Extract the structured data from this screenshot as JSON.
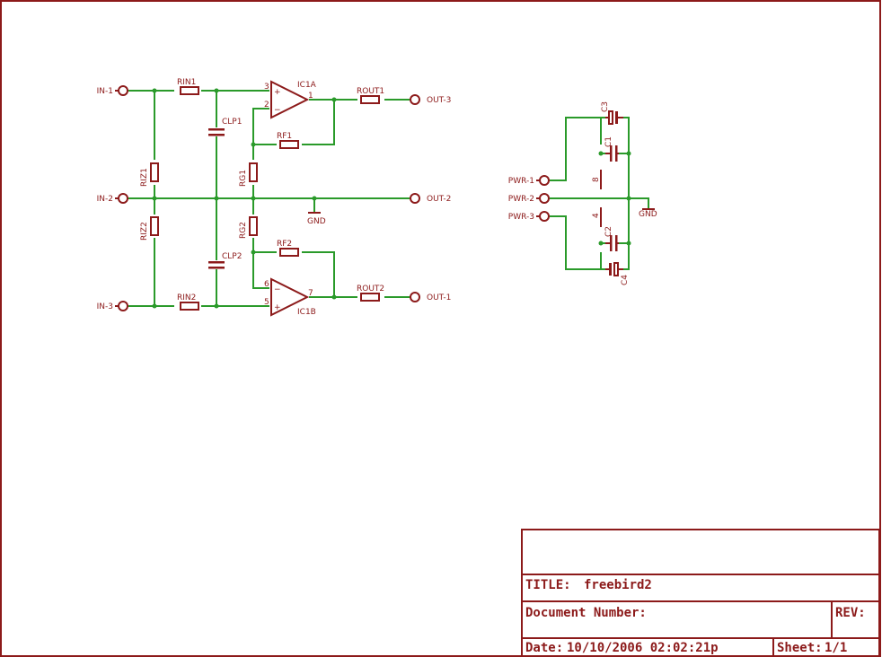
{
  "ports": {
    "in1": "IN-1",
    "in2": "IN-2",
    "in3": "IN-3",
    "out3": "OUT-3",
    "out2": "OUT-2",
    "out1": "OUT-1",
    "pwr1": "PWR-1",
    "pwr2": "PWR-2",
    "pwr3": "PWR-3"
  },
  "parts": {
    "rin1": "RIN1",
    "rin2": "RIN2",
    "riz1": "RIZ1",
    "riz2": "RIZ2",
    "clp1": "CLP1",
    "clp2": "CLP2",
    "rg1": "RG1",
    "rg2": "RG2",
    "rf1": "RF1",
    "rf2": "RF2",
    "rout1": "ROUT1",
    "rout2": "ROUT2",
    "ic1a": "IC1A",
    "ic1b": "IC1B",
    "c1": "C1",
    "c2": "C2",
    "c3": "C3",
    "c4": "C4",
    "gnd_main": "GND",
    "gnd_pwr": "GND"
  },
  "pins": {
    "ic1a_in_pos": "3",
    "ic1a_in_neg": "2",
    "ic1a_out": "1",
    "ic1b_in_neg": "6",
    "ic1b_in_pos": "5",
    "ic1b_out": "7",
    "vcc": "8",
    "vee": "4"
  },
  "titleblock": {
    "title_label": "TITLE:",
    "title_value": "freebird2",
    "docnum_label": "Document Number:",
    "rev_label": "REV:",
    "date_label": "Date:",
    "date_value": "10/10/2006 02:02:21p",
    "sheet_label": "Sheet:",
    "sheet_value": "1/1"
  },
  "colors": {
    "part": "#8c1a1a",
    "wire": "#2a9a2a",
    "background": "#ffffff"
  }
}
